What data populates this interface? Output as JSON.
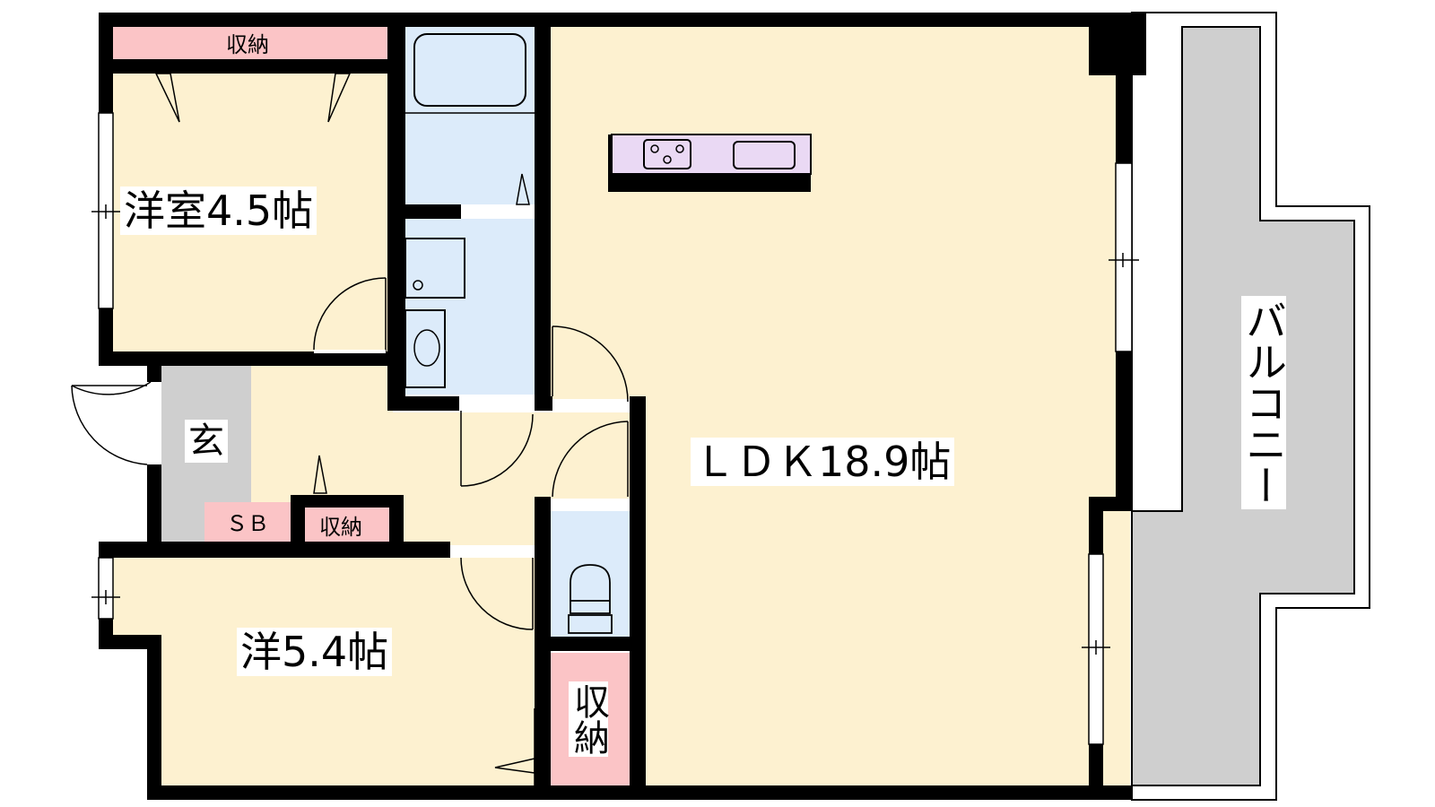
{
  "rooms": {
    "western1": "洋室4.5帖",
    "western2": "洋5.4帖",
    "ldk": "ＬＤＫ18.9帖",
    "entrance": "玄",
    "balcony": "バルコニー",
    "sb": "ＳＢ",
    "storage_top": "収納",
    "storage_entry": "収納",
    "storage_side": "収納"
  },
  "colors": {
    "room_fill": "#fdf1d0",
    "wet_fill": "#dcebfa",
    "storage_fill": "#fbc4c6",
    "entrance_fill": "#cfcfcf",
    "balcony_fill": "#cfcfcf",
    "kitchen_fill": "#ead9f4",
    "wall": "#000000"
  }
}
